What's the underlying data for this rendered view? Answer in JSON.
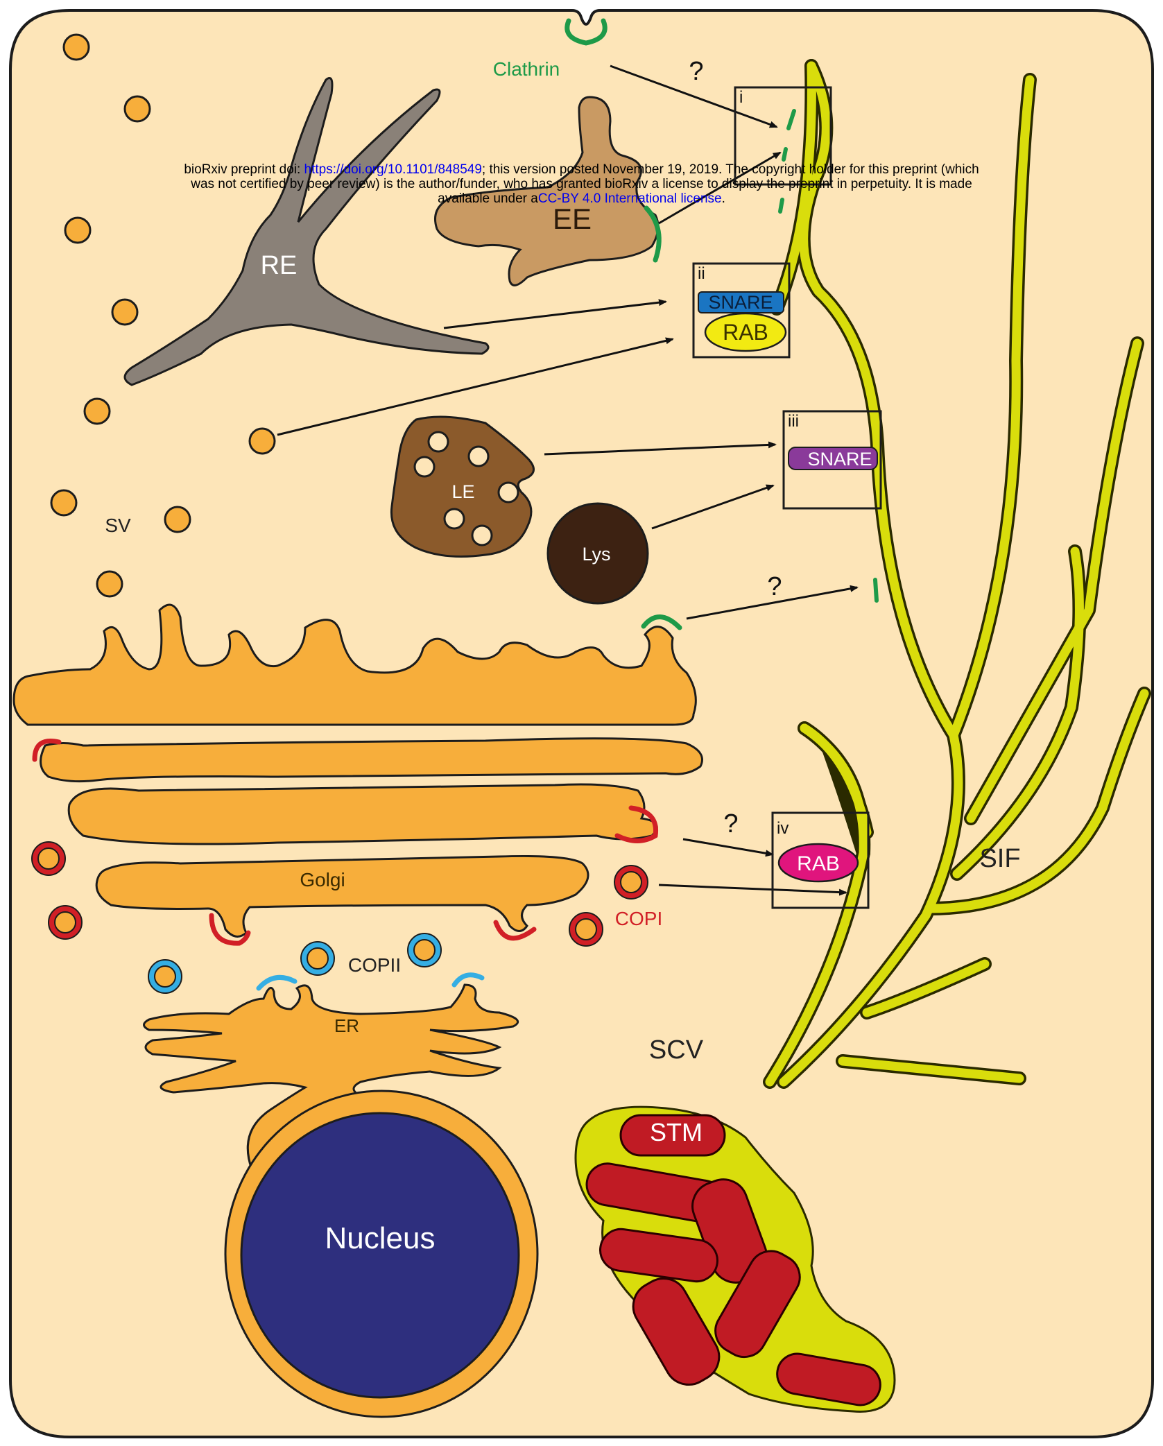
{
  "watermark": {
    "line1_a": "bioRxiv preprint doi: ",
    "doi_link": "https://doi.org/10.1101/848549",
    "line1_b": "; this version posted November 19, 2019. The copyright holder for this preprint (which",
    "line2": "was not certified by peer review) is the author/funder, who has granted bioRxiv a license to display the preprint in perpetuity. It is made",
    "line3_a": "available under a",
    "license_link": "CC-BY 4.0 International license",
    "line3_b": "."
  },
  "labels": {
    "clathrin": "Clathrin",
    "ee": "EE",
    "re": "RE",
    "le": "LE",
    "lys": "Lys",
    "sv": "SV",
    "golgi": "Golgi",
    "copi": "COPI",
    "copii": "COPII",
    "er": "ER",
    "nucleus": "Nucleus",
    "scv": "SCV",
    "stm": "STM",
    "sif": "SIF",
    "question": "?"
  },
  "boxes": {
    "i": {
      "numeral": "i"
    },
    "ii": {
      "numeral": "ii",
      "snare": "SNARE",
      "rab": "RAB"
    },
    "iii": {
      "numeral": "iii",
      "snare": "SNARE"
    },
    "iv": {
      "numeral": "iv",
      "rab": "RAB"
    }
  },
  "colors": {
    "cytoplasm": "#fde5b8",
    "golgi_er": "#f7ae3b",
    "clathrin": "#1e9a48",
    "copi": "#d11f26",
    "copii": "#35aee3",
    "snare_blue": "#1a75c2",
    "snare_purple": "#8a3a9a",
    "rab_yellow": "#f2ea12",
    "rab_magenta": "#e0157d",
    "sif_yellow": "#d9dd0c",
    "stm_red": "#c01b24",
    "nucleus": "#2e2f7e",
    "re_gray": "#8a8178",
    "ee_tan": "#c99a63",
    "le_brown": "#8b5a2b",
    "lys_dark": "#3d2212"
  }
}
